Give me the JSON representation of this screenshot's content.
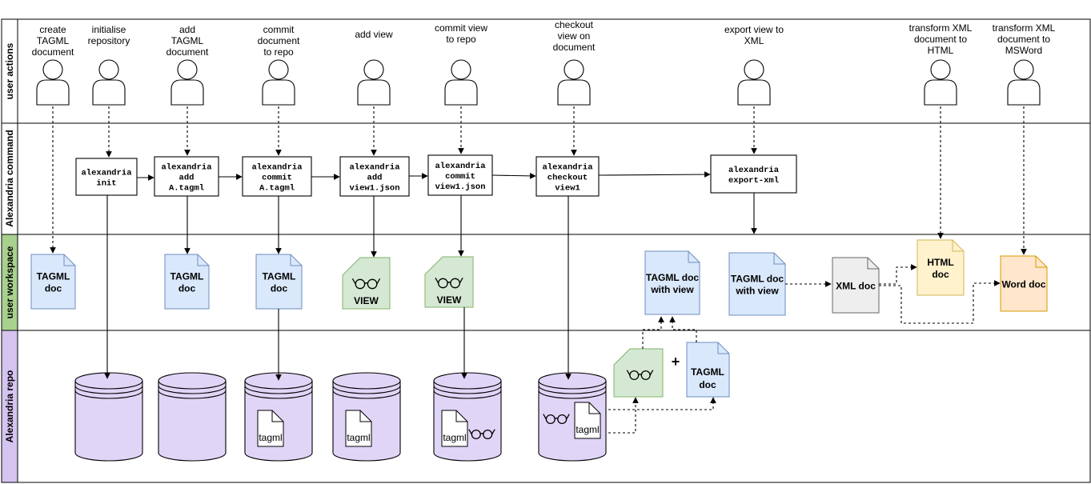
{
  "lanes": [
    {
      "label": "user actions",
      "color": "#ffffff"
    },
    {
      "label": "Alexandria command",
      "color": "#ffffff"
    },
    {
      "label": "user workspace",
      "color": "#a9d18e"
    },
    {
      "label": "Alexandria repo",
      "color": "#d5c3f0"
    }
  ],
  "actions": [
    {
      "lines": [
        "create",
        "TAGML",
        "document"
      ]
    },
    {
      "lines": [
        "initialise",
        "repository"
      ]
    },
    {
      "lines": [
        "add",
        "TAGML",
        "document"
      ]
    },
    {
      "lines": [
        "commit",
        "document",
        "to repo"
      ]
    },
    {
      "lines": [
        "add view"
      ]
    },
    {
      "lines": [
        "commit view",
        "to repo"
      ]
    },
    {
      "lines": [
        "checkout",
        "view on",
        "document"
      ]
    },
    {
      "lines": [
        "export view to",
        "XML"
      ]
    },
    {
      "lines": [
        "transform XML",
        "document to",
        "HTML"
      ]
    },
    {
      "lines": [
        "transform XML",
        "document to",
        "MSWord"
      ]
    }
  ],
  "commands": [
    {
      "lines": [
        "alexandria",
        "init"
      ]
    },
    {
      "lines": [
        "alexandria",
        "add",
        "A.tagml"
      ]
    },
    {
      "lines": [
        "alexandria",
        "commit",
        "A.tagml"
      ]
    },
    {
      "lines": [
        "alexandria",
        "add",
        "view1.json"
      ]
    },
    {
      "lines": [
        "alexandria",
        "commit",
        "view1.json"
      ]
    },
    {
      "lines": [
        "alexandria",
        "checkout",
        "view1"
      ]
    },
    {
      "lines": [
        "alexandria",
        "export-xml"
      ]
    }
  ],
  "workspace": [
    {
      "kind": "tagml",
      "lines": [
        "TAGML",
        "doc"
      ]
    },
    {
      "kind": "tagml",
      "lines": [
        "TAGML",
        "doc"
      ]
    },
    {
      "kind": "tagml",
      "lines": [
        "TAGML",
        "doc"
      ]
    },
    {
      "kind": "view",
      "lines": [
        "VIEW"
      ]
    },
    {
      "kind": "view",
      "lines": [
        "VIEW"
      ]
    },
    {
      "kind": "tagml",
      "lines": [
        "TAGML doc",
        "with view"
      ]
    },
    {
      "kind": "tagml",
      "lines": [
        "TAGML doc",
        "with view"
      ]
    },
    {
      "kind": "xml",
      "lines": [
        "XML doc"
      ]
    },
    {
      "kind": "html",
      "lines": [
        "HTML",
        "doc"
      ]
    },
    {
      "kind": "word",
      "lines": [
        "Word doc"
      ]
    }
  ],
  "repo": {
    "file_label": "tagml",
    "plus": "+",
    "tagml_doc": [
      "TAGML",
      "doc"
    ],
    "repos": [
      {
        "contents": "empty"
      },
      {
        "contents": "empty"
      },
      {
        "contents": "tagml"
      },
      {
        "contents": "tagml"
      },
      {
        "contents": "tagml+view"
      },
      {
        "contents": "view+tagml"
      }
    ]
  },
  "colors": {
    "blue_fill": "#dae8fc",
    "blue_stroke": "#6c8ebf",
    "green_fill": "#d5e8d4",
    "green_stroke": "#82b366",
    "purple_fill": "#e1d5f7",
    "purple_stroke": "#000000",
    "yellow_fill": "#fff2cc",
    "yellow_stroke": "#d6b656",
    "orange_fill": "#ffe6cc",
    "orange_stroke": "#d79b00",
    "grey_fill": "#eeeeee",
    "grey_stroke": "#666666",
    "lane_workspace": "#a9d18e",
    "lane_repo": "#d5c3f0"
  }
}
